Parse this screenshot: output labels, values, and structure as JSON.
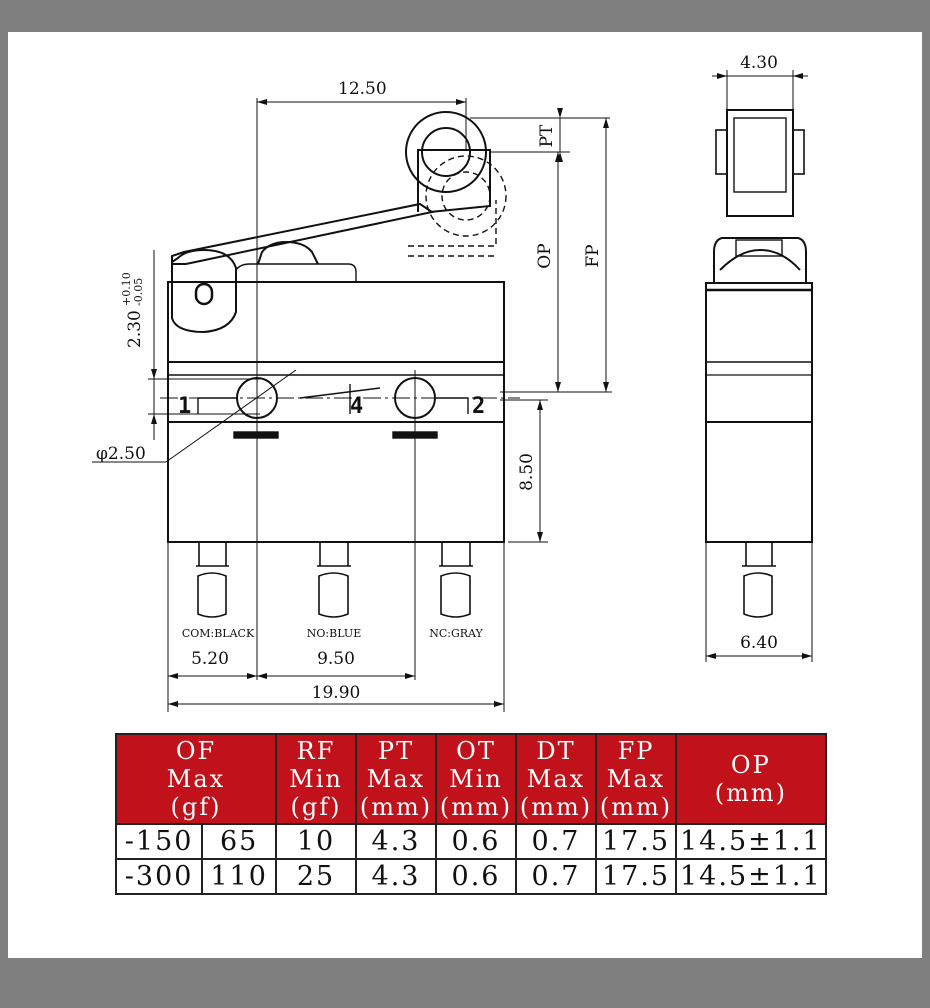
{
  "dimensions": {
    "overall_width": "19.90",
    "pin_spacing_left": "5.20",
    "pin_spacing_right": "9.50",
    "lever_length": "12.50",
    "hole_diameter": "φ2.50",
    "body_height": "8.50",
    "offset_label": "2.30",
    "offset_sup": "+0.10",
    "offset_sub": "-0.05",
    "side_top_width": "4.30",
    "side_bottom_width": "6.40",
    "pt_label": "PT",
    "op_label": "OP",
    "fp_label": "FP"
  },
  "pins": {
    "pin1": "1",
    "pin2": "2",
    "pin4": "4",
    "com_label": "COM:BLACK",
    "no_label": "NO:BLUE",
    "nc_label": "NC:GRAY"
  },
  "colors": {
    "header_red": "#c1121c",
    "line": "#111111",
    "frame_gray": "#7f7f7f"
  },
  "table": {
    "headers": [
      "OF\nMax\n(gf)",
      "RF\nMin\n(gf)",
      "PT\nMax\n(mm)",
      "OT\nMin\n(mm)",
      "DT\nMax\n(mm)",
      "FP\nMax\n(mm)",
      "OP\n(mm)"
    ],
    "rows": [
      [
        "-150",
        "65",
        "10",
        "4.3",
        "0.6",
        "0.7",
        "17.5",
        "14.5±1.1"
      ],
      [
        "-300",
        "110",
        "25",
        "4.3",
        "0.6",
        "0.7",
        "17.5",
        "14.5±1.1"
      ]
    ]
  }
}
